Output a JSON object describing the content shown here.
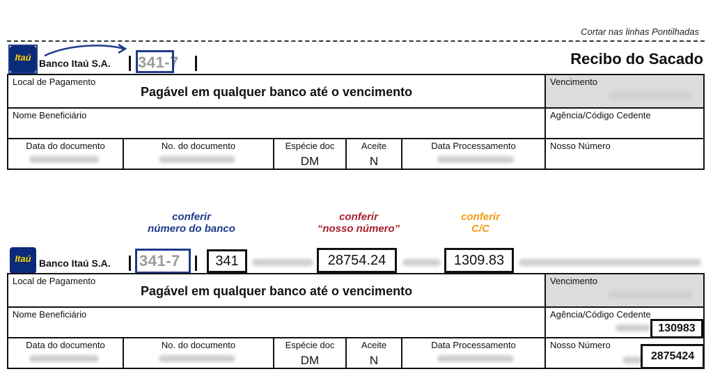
{
  "cut_instruction": "Cortar nas linhas Pontilhadas",
  "receipt_title": "Recibo do Sacado",
  "logo_text": "Itaú",
  "bank_name": "Banco Itaú S.A.",
  "bank_code": "341-7",
  "slip": {
    "local_label": "Local de Pagamento",
    "local_value": "Pagável em qualquer banco até o vencimento",
    "vencimento_label": "Vencimento",
    "beneficiario_label": "Nome Beneficiário",
    "agencia_label": "Agência/Código Cedente",
    "data_doc_label": "Data do documento",
    "no_doc_label": "No. do documento",
    "especie_label": "Espécie doc",
    "especie_value": "DM",
    "aceite_label": "Aceite",
    "aceite_value": "N",
    "data_proc_label": "Data Processamento",
    "nosso_numero_label": "Nosso Número"
  },
  "annotations": {
    "bank_number_line1": "conferir",
    "bank_number_line2": "número do banco",
    "nosso_numero_line1": "conferir",
    "nosso_numero_line2": "“nosso número”",
    "cc_line1": "conferir",
    "cc_line2": "C/C"
  },
  "barcode_line": {
    "bank_prefix": "341",
    "nosso_numero_segment": "28754.24",
    "cc_segment": "1309.83"
  },
  "highlights": {
    "agencia_value": "130983",
    "nosso_numero_value": "2875424"
  },
  "colors": {
    "bank_highlight": "#1f3a8a",
    "nosso_numero_highlight": "#8b1e2b",
    "cc_highlight": "#f39c12",
    "logo_bg": "#0a2a7a",
    "logo_text": "#ffd400"
  }
}
